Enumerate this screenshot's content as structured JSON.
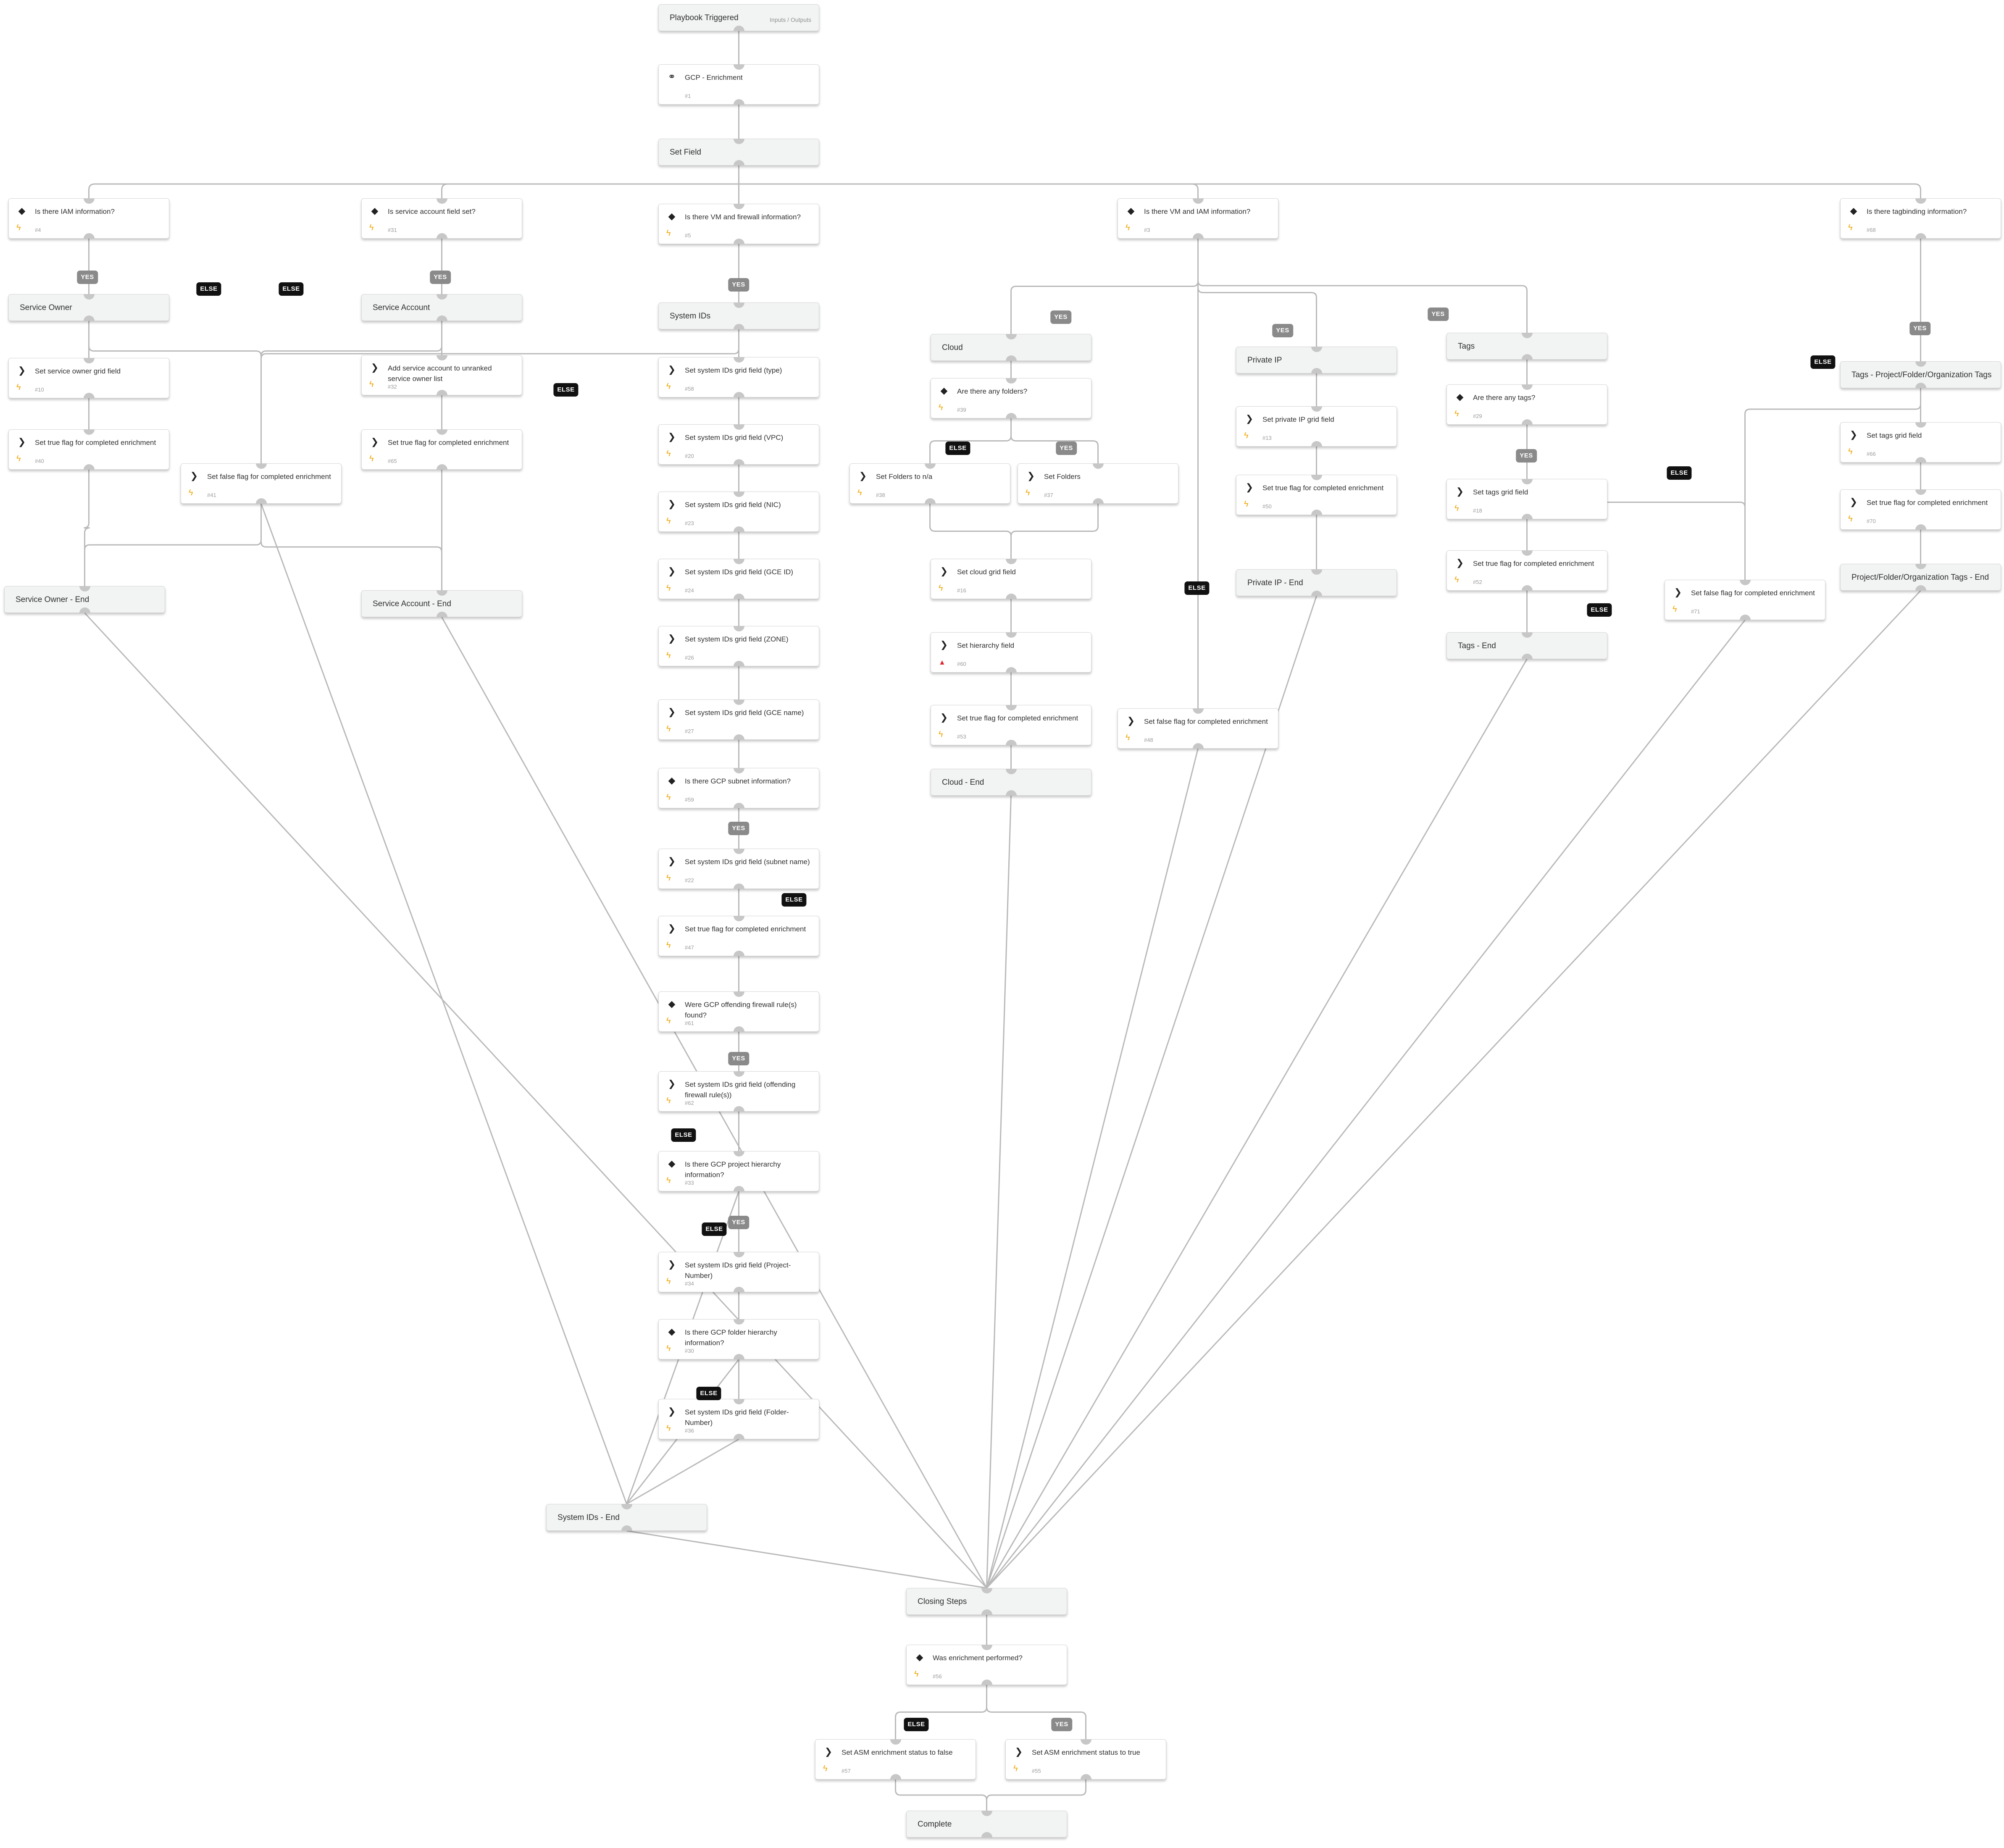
{
  "playbook": {
    "trigger": {
      "title": "Playbook Triggered",
      "io_link": "Inputs / Outputs"
    }
  },
  "nodes": [
    {
      "id": "trigger",
      "kind": "start",
      "title": "Playbook Triggered",
      "num": ""
    },
    {
      "id": "gcp",
      "kind": "subplaybook",
      "title": "GCP - Enrichment",
      "num": "#1"
    },
    {
      "id": "setfield",
      "kind": "section",
      "title": "Set Field",
      "num": ""
    },
    {
      "id": "q4",
      "kind": "condition",
      "title": "Is there IAM information?",
      "num": "#4"
    },
    {
      "id": "q31",
      "kind": "condition",
      "title": "Is service account field set?",
      "num": "#31"
    },
    {
      "id": "q5",
      "kind": "condition",
      "title": "Is there VM and firewall information?",
      "num": "#5"
    },
    {
      "id": "q3",
      "kind": "condition",
      "title": "Is there VM and IAM information?",
      "num": "#3"
    },
    {
      "id": "q68",
      "kind": "condition",
      "title": "Is there tagbinding information?",
      "num": "#68"
    },
    {
      "id": "svcowner",
      "kind": "section",
      "title": "Service Owner",
      "num": ""
    },
    {
      "id": "svcacct",
      "kind": "section",
      "title": "Service Account",
      "num": ""
    },
    {
      "id": "sysids",
      "kind": "section",
      "title": "System IDs",
      "num": ""
    },
    {
      "id": "cloud",
      "kind": "section",
      "title": "Cloud",
      "num": ""
    },
    {
      "id": "privip",
      "kind": "section",
      "title": "Private IP",
      "num": ""
    },
    {
      "id": "tags",
      "kind": "section",
      "title": "Tags",
      "num": ""
    },
    {
      "id": "tagsproj",
      "kind": "section",
      "title": "Tags - Project/Folder/Organization Tags",
      "num": ""
    },
    {
      "id": "t10",
      "kind": "action",
      "title": "Set service owner grid field",
      "num": "#10"
    },
    {
      "id": "t40",
      "kind": "action",
      "title": "Set true flag for completed enrichment",
      "num": "#40"
    },
    {
      "id": "t41",
      "kind": "action",
      "title": "Set false flag for completed enrichment",
      "num": "#41"
    },
    {
      "id": "t32",
      "kind": "action",
      "title": "Add service account to unranked service owner list",
      "num": "#32"
    },
    {
      "id": "t65",
      "kind": "action",
      "title": "Set true flag for completed enrichment",
      "num": "#65"
    },
    {
      "id": "t58",
      "kind": "action",
      "title": "Set system IDs grid field (type)",
      "num": "#58"
    },
    {
      "id": "t20",
      "kind": "action",
      "title": "Set system IDs grid field (VPC)",
      "num": "#20"
    },
    {
      "id": "t23",
      "kind": "action",
      "title": "Set system IDs grid field (NIC)",
      "num": "#23"
    },
    {
      "id": "t24",
      "kind": "action",
      "title": "Set system IDs grid field (GCE ID)",
      "num": "#24"
    },
    {
      "id": "t26",
      "kind": "action",
      "title": "Set system IDs grid field (ZONE)",
      "num": "#26"
    },
    {
      "id": "t27",
      "kind": "action",
      "title": "Set system IDs grid field (GCE name)",
      "num": "#27"
    },
    {
      "id": "q59",
      "kind": "condition",
      "title": "Is there GCP subnet information?",
      "num": "#59"
    },
    {
      "id": "t22",
      "kind": "action",
      "title": "Set system IDs grid field (subnet name)",
      "num": "#22"
    },
    {
      "id": "t47",
      "kind": "action",
      "title": "Set true flag for completed enrichment",
      "num": "#47"
    },
    {
      "id": "q61",
      "kind": "condition",
      "title": "Were GCP offending firewall rule(s) found?",
      "num": "#61"
    },
    {
      "id": "t62",
      "kind": "action",
      "title": "Set system IDs grid field (offending firewall rule(s))",
      "num": "#62"
    },
    {
      "id": "q33",
      "kind": "condition",
      "title": "Is there GCP project hierarchy information?",
      "num": "#33"
    },
    {
      "id": "t34",
      "kind": "action",
      "title": "Set system IDs grid field (Project-Number)",
      "num": "#34"
    },
    {
      "id": "q30",
      "kind": "condition",
      "title": "Is there GCP folder hierarchy information?",
      "num": "#30"
    },
    {
      "id": "t36",
      "kind": "action",
      "title": "Set system IDs grid field (Folder-Number)",
      "num": "#36"
    },
    {
      "id": "q39",
      "kind": "condition",
      "title": "Are there any folders?",
      "num": "#39"
    },
    {
      "id": "t38",
      "kind": "action",
      "title": "Set Folders to n/a",
      "num": "#38"
    },
    {
      "id": "t37",
      "kind": "action",
      "title": "Set Folders",
      "num": "#37"
    },
    {
      "id": "t16",
      "kind": "action",
      "title": "Set cloud grid field",
      "num": "#16"
    },
    {
      "id": "t60",
      "kind": "action",
      "title": "Set hierarchy field",
      "num": "#60",
      "warning": true
    },
    {
      "id": "t53",
      "kind": "action",
      "title": "Set true flag for completed enrichment",
      "num": "#53"
    },
    {
      "id": "t48",
      "kind": "action",
      "title": "Set false flag for completed enrichment",
      "num": "#48"
    },
    {
      "id": "t13",
      "kind": "action",
      "title": "Set private IP grid field",
      "num": "#13"
    },
    {
      "id": "t50",
      "kind": "action",
      "title": "Set true flag for completed enrichment",
      "num": "#50"
    },
    {
      "id": "q29",
      "kind": "condition",
      "title": "Are there any tags?",
      "num": "#29"
    },
    {
      "id": "t18",
      "kind": "action",
      "title": "Set tags grid field",
      "num": "#18"
    },
    {
      "id": "t52",
      "kind": "action",
      "title": "Set true flag for completed enrichment",
      "num": "#52"
    },
    {
      "id": "t71",
      "kind": "action",
      "title": "Set false flag for completed enrichment",
      "num": "#71"
    },
    {
      "id": "t66",
      "kind": "action",
      "title": "Set tags grid field",
      "num": "#66"
    },
    {
      "id": "t70",
      "kind": "action",
      "title": "Set true flag for completed enrichment",
      "num": "#70"
    },
    {
      "id": "svcownerEnd",
      "kind": "section",
      "title": "Service Owner - End",
      "num": ""
    },
    {
      "id": "svcacctEnd",
      "kind": "section",
      "title": "Service Account - End",
      "num": ""
    },
    {
      "id": "cloudEnd",
      "kind": "section",
      "title": "Cloud - End",
      "num": ""
    },
    {
      "id": "privipEnd",
      "kind": "section",
      "title": "Private IP - End",
      "num": ""
    },
    {
      "id": "tagsEnd",
      "kind": "section",
      "title": "Tags - End",
      "num": ""
    },
    {
      "id": "tagsprojEnd",
      "kind": "section",
      "title": "Project/Folder/Organization Tags - End",
      "num": ""
    },
    {
      "id": "sysidsEnd",
      "kind": "section",
      "title": "System IDs - End",
      "num": ""
    },
    {
      "id": "closing",
      "kind": "section",
      "title": "Closing Steps",
      "num": ""
    },
    {
      "id": "q56",
      "kind": "condition",
      "title": "Was enrichment performed?",
      "num": "#56"
    },
    {
      "id": "t57",
      "kind": "action",
      "title": "Set ASM enrichment status to false",
      "num": "#57"
    },
    {
      "id": "t55",
      "kind": "action",
      "title": "Set ASM enrichment status to true",
      "num": "#55"
    },
    {
      "id": "complete",
      "kind": "section",
      "title": "Complete",
      "num": ""
    }
  ],
  "branch_labels": [
    {
      "id": "b1",
      "text": "YES"
    },
    {
      "id": "b2",
      "text": "ELSE"
    },
    {
      "id": "b3",
      "text": "ELSE"
    },
    {
      "id": "b4",
      "text": "YES"
    },
    {
      "id": "b5",
      "text": "YES"
    },
    {
      "id": "b6",
      "text": "ELSE"
    },
    {
      "id": "b7",
      "text": "YES"
    },
    {
      "id": "b8",
      "text": "YES"
    },
    {
      "id": "b9",
      "text": "YES"
    },
    {
      "id": "b10",
      "text": "ELSE"
    },
    {
      "id": "b11",
      "text": "YES"
    },
    {
      "id": "b12",
      "text": "ELSE"
    },
    {
      "id": "b13",
      "text": "YES"
    },
    {
      "id": "b14",
      "text": "ELSE"
    },
    {
      "id": "b15",
      "text": "YES"
    },
    {
      "id": "b16",
      "text": "ELSE"
    },
    {
      "id": "b17",
      "text": "ELSE"
    },
    {
      "id": "b18",
      "text": "YES"
    },
    {
      "id": "b19",
      "text": "ELSE"
    },
    {
      "id": "b20",
      "text": "YES"
    },
    {
      "id": "b21",
      "text": "ELSE"
    },
    {
      "id": "b22",
      "text": "YES"
    },
    {
      "id": "b23",
      "text": "ELSE"
    },
    {
      "id": "b24",
      "text": "ELSE"
    },
    {
      "id": "b25",
      "text": "ELSE"
    },
    {
      "id": "b26",
      "text": "YES"
    }
  ],
  "colors": {
    "edge": "#b9b9b9",
    "port": "#c7c7c7",
    "yes": "#8a8a8a",
    "else": "#111111",
    "bolt": "#f0a500",
    "warning": "#e0262f"
  },
  "icons": {
    "condition": "diamond-icon",
    "action": "chevron-right-icon",
    "subplaybook": "sub-playbook-icon",
    "automation": "lightning-icon",
    "warning": "warning-triangle-icon"
  }
}
